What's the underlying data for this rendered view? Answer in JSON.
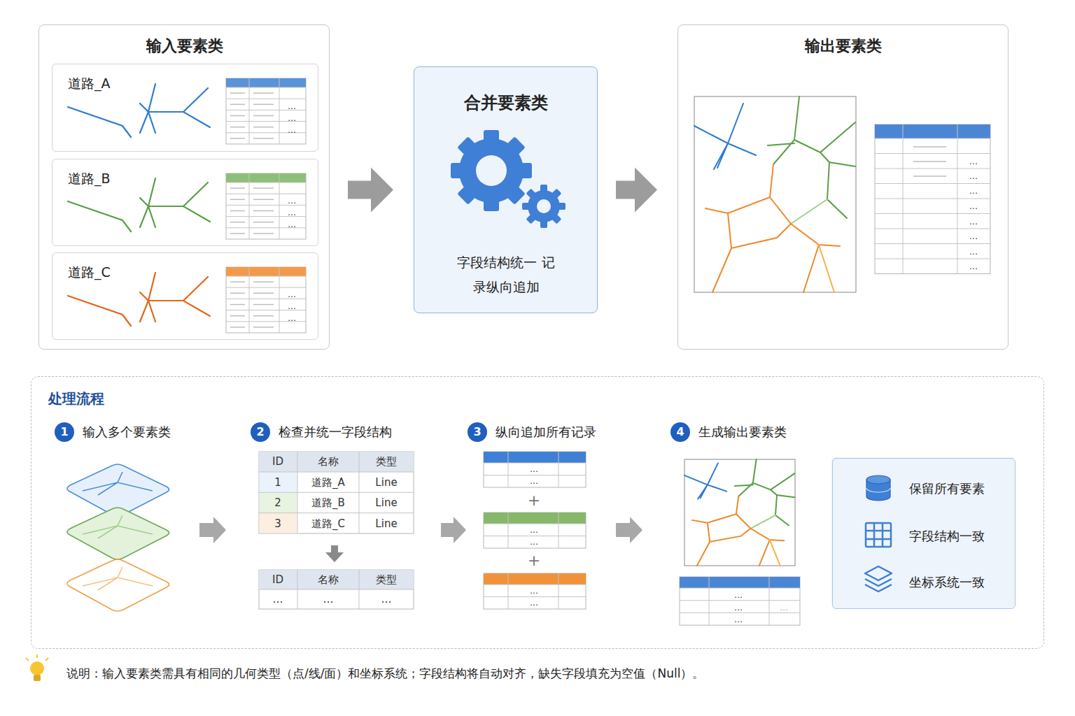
{
  "diagram": {
    "caption": "说明：输入要素类需具有相同的几何类型（点/线/面）和坐标系统；字段结构将自动对齐，缺失字段填充为空值（Null）。",
    "nodes": [
      {
        "text": [
          "输入要素类"
        ]
      },
      {
        "text": [
          "道路_A"
        ],
        "in": 0
      },
      {
        "text": [
          "道路_B"
        ],
        "in": 0
      },
      {
        "text": [
          "道路_C"
        ],
        "in": 0
      },
      {
        "text": [
          "合并要素类",
          "字段结构统一 记录纵向追加"
        ]
      },
      {
        "text": [
          "输出要素类"
        ]
      },
      {
        "text": [
          "处理流程"
        ]
      },
      {
        "text": [
          "1",
          "输入多个要素类"
        ],
        "in": 6
      },
      {
        "text": [
          "2",
          "检查并统一字段结构"
        ],
        "in": 6
      },
      {
        "text": [
          "3",
          "纵向追加所有记录"
        ],
        "in": 6
      },
      {
        "text": [
          "4",
          "生成输出要素类"
        ],
        "in": 6
      },
      {
        "text": [
          "保留所有要素",
          "字段结构一致",
          "坐标系统一致"
        ],
        "in": 6
      }
    ],
    "edges": [
      {
        "from": 0,
        "to": 4,
        "arrow": "to"
      },
      {
        "from": 4,
        "to": 5,
        "arrow": "to"
      }
    ],
    "labels": [
      "…",
      "…",
      "…",
      "…",
      "…",
      "…",
      "…",
      "…",
      "…",
      "…",
      "…",
      "…",
      "…",
      "…",
      "…",
      "…",
      "…",
      "ID",
      "名称",
      "类型",
      "1",
      "道路_A",
      "Line",
      "2",
      "道路_B",
      "Line",
      "3",
      "道路_C",
      "Line",
      "ID",
      "名称",
      "类型",
      "…",
      "…",
      "…",
      "…",
      "…",
      "+",
      "…",
      "…",
      "+",
      "…",
      "…",
      "…",
      "…",
      "…",
      "…"
    ]
  }
}
